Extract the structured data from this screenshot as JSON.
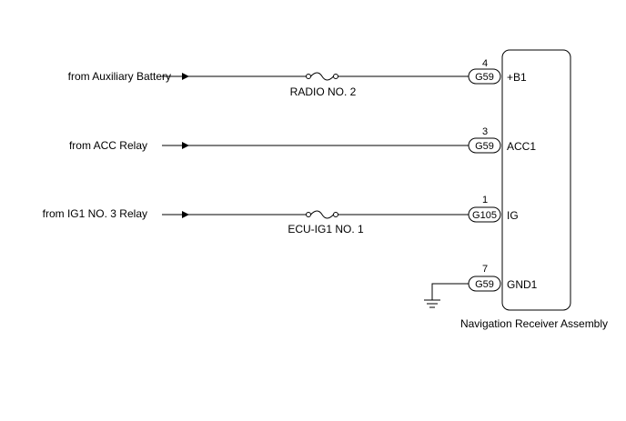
{
  "sources": {
    "aux_battery": "from Auxiliary Battery",
    "acc_relay": "from ACC Relay",
    "ig1_relay": "from IG1 NO. 3 Relay"
  },
  "fuses": {
    "radio": "RADIO NO. 2",
    "ecu_ig1": "ECU-IG1 NO. 1"
  },
  "connectors": {
    "b1": {
      "id": "G59",
      "pin": "4",
      "terminal": "+B1"
    },
    "acc1": {
      "id": "G59",
      "pin": "3",
      "terminal": "ACC1"
    },
    "ig": {
      "id": "G105",
      "pin": "1",
      "terminal": "IG"
    },
    "gnd1": {
      "id": "G59",
      "pin": "7",
      "terminal": "GND1"
    }
  },
  "component": {
    "name": "Navigation Receiver Assembly"
  }
}
